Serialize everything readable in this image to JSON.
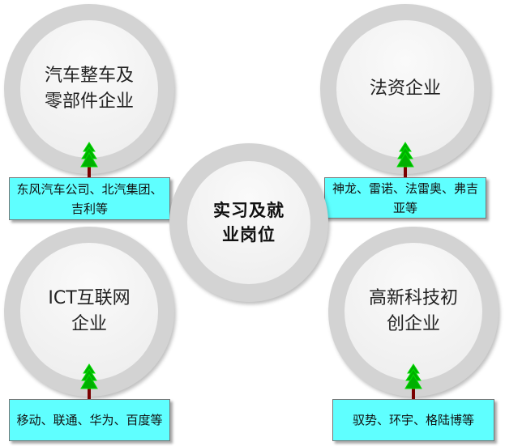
{
  "center": {
    "title": "实习及就业岗位"
  },
  "nodes": [
    {
      "title": "汽车整车及零部件企业",
      "examples": "东风汽车公司、北汽集团、吉利等"
    },
    {
      "title": "法资企业",
      "examples": "神龙、雷诺、法雷奥、弗吉亚等"
    },
    {
      "title": "ICT互联网企业",
      "examples": "移动、联通、华为、百度等"
    },
    {
      "title": "高新科技初创企业",
      "examples": "驭势、环宇、格陆博等"
    }
  ],
  "colors": {
    "box": "#5fffff",
    "ring": "#d3d3d3",
    "tree": "#00b000",
    "trunk": "#7a0000"
  }
}
